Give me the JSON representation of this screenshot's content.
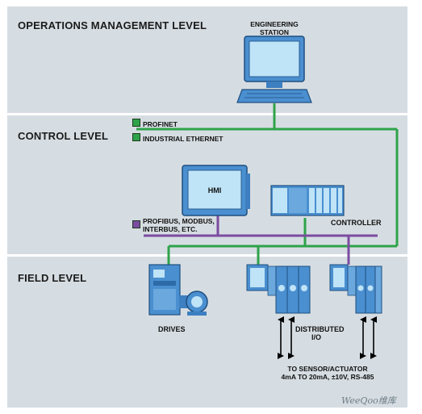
{
  "levels": {
    "operations": "OPERATIONS MANAGEMENT LEVEL",
    "control": "CONTROL LEVEL",
    "field": "FIELD LEVEL"
  },
  "devices": {
    "engineering_station": [
      "ENGINEERING",
      "STATION"
    ],
    "hmi": "HMI",
    "controller": "CONTROLLER",
    "drives": "DRIVES",
    "distributed_io": [
      "DISTRIBUTED",
      "I/O"
    ]
  },
  "legend": {
    "profinet": "PROFINET",
    "industrial_ethernet": "INDUSTRIAL ETHERNET",
    "profibus": [
      "PROFIBUS, MODBUS,",
      "INTERBUS, ETC."
    ]
  },
  "sensor_note": [
    "TO SENSOR/ACTUATOR",
    "4mA TO 20mA, ±10V, RS-485"
  ],
  "watermark": "WeeQoo维库",
  "colors": {
    "band": "#d6dde2",
    "ethernet_green": "#2ea34a",
    "fieldbus_purple": "#7b4ca0",
    "device_blue": "#4a8fd0",
    "device_light": "#bfe3f7"
  }
}
